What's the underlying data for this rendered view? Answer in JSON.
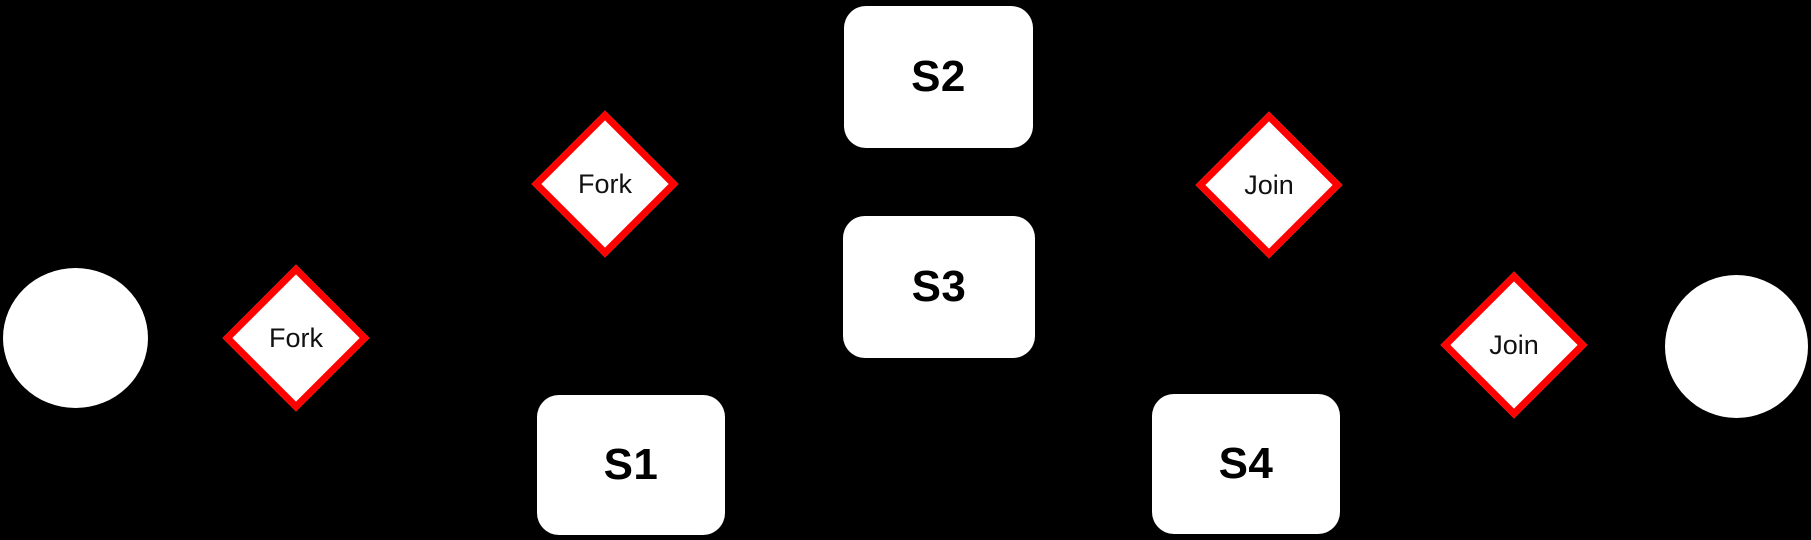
{
  "diagram": {
    "type": "fork-join-state-diagram",
    "colors": {
      "background": "#000000",
      "node_fill": "#ffffff",
      "diamond_border": "#ff0000",
      "label_text": "#000000"
    },
    "nodes": {
      "start": {
        "kind": "initial-state-circle",
        "label": ""
      },
      "fork1": {
        "kind": "fork-diamond",
        "label": "Fork"
      },
      "fork2": {
        "kind": "fork-diamond",
        "label": "Fork"
      },
      "s1": {
        "kind": "state-box",
        "label": "S1"
      },
      "s2": {
        "kind": "state-box",
        "label": "S2"
      },
      "s3": {
        "kind": "state-box",
        "label": "S3"
      },
      "join1": {
        "kind": "join-diamond",
        "label": "Join"
      },
      "s4": {
        "kind": "state-box",
        "label": "S4"
      },
      "join2": {
        "kind": "join-diamond",
        "label": "Join"
      },
      "end": {
        "kind": "final-state-circle",
        "label": ""
      }
    }
  }
}
